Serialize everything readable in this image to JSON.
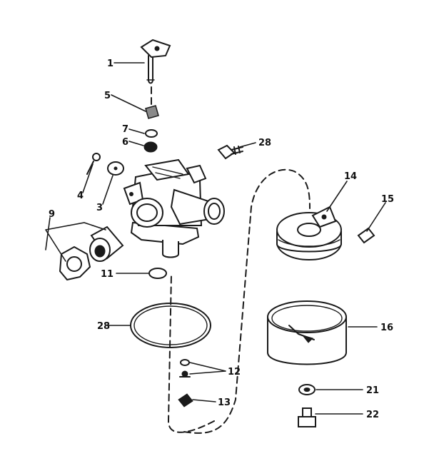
{
  "callouts": {
    "c1": "1",
    "c5": "5",
    "c7": "7",
    "c6": "6",
    "c28_top": "28",
    "c4": "4",
    "c3": "3",
    "c9": "9",
    "c14": "14",
    "c15": "15",
    "c11": "11",
    "c28_bowl": "28",
    "c16": "16",
    "c12": "12",
    "c13": "13",
    "c21": "21",
    "c22": "22"
  }
}
